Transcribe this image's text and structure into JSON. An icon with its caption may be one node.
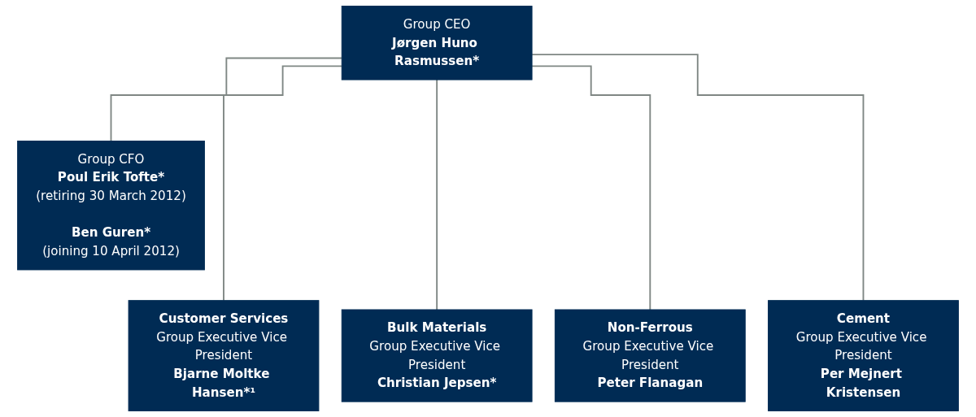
{
  "diagram": {
    "nodes": [
      {
        "text": [
          "Group CEO",
          "Jørgen Huno Rasmussen*"
        ]
      },
      {
        "text": [
          "Group CFO",
          "Poul Erik Tofte*",
          "(retiring 30 March 2012)",
          "Ben Guren*",
          "(joining 10 April 2012)"
        ]
      },
      {
        "text": [
          "Customer Services",
          "Group Executive Vice President",
          "Bjarne Moltke Hansen*¹"
        ]
      },
      {
        "text": [
          "Bulk Materials",
          "Group Executive Vice President",
          "Christian Jepsen*"
        ]
      },
      {
        "text": [
          "Non-Ferrous",
          "Group Executive Vice President",
          "Peter Flanagan"
        ]
      },
      {
        "text": [
          "Cement",
          "Group Executive Vice President",
          "Per Mejnert Kristensen"
        ]
      }
    ],
    "edges": [
      {
        "from": 0,
        "to": 1,
        "arrow": "none"
      },
      {
        "from": 0,
        "to": 2,
        "arrow": "none"
      },
      {
        "from": 0,
        "to": 3,
        "arrow": "none"
      },
      {
        "from": 0,
        "to": 4,
        "arrow": "none"
      },
      {
        "from": 0,
        "to": 5,
        "arrow": "none"
      }
    ]
  }
}
